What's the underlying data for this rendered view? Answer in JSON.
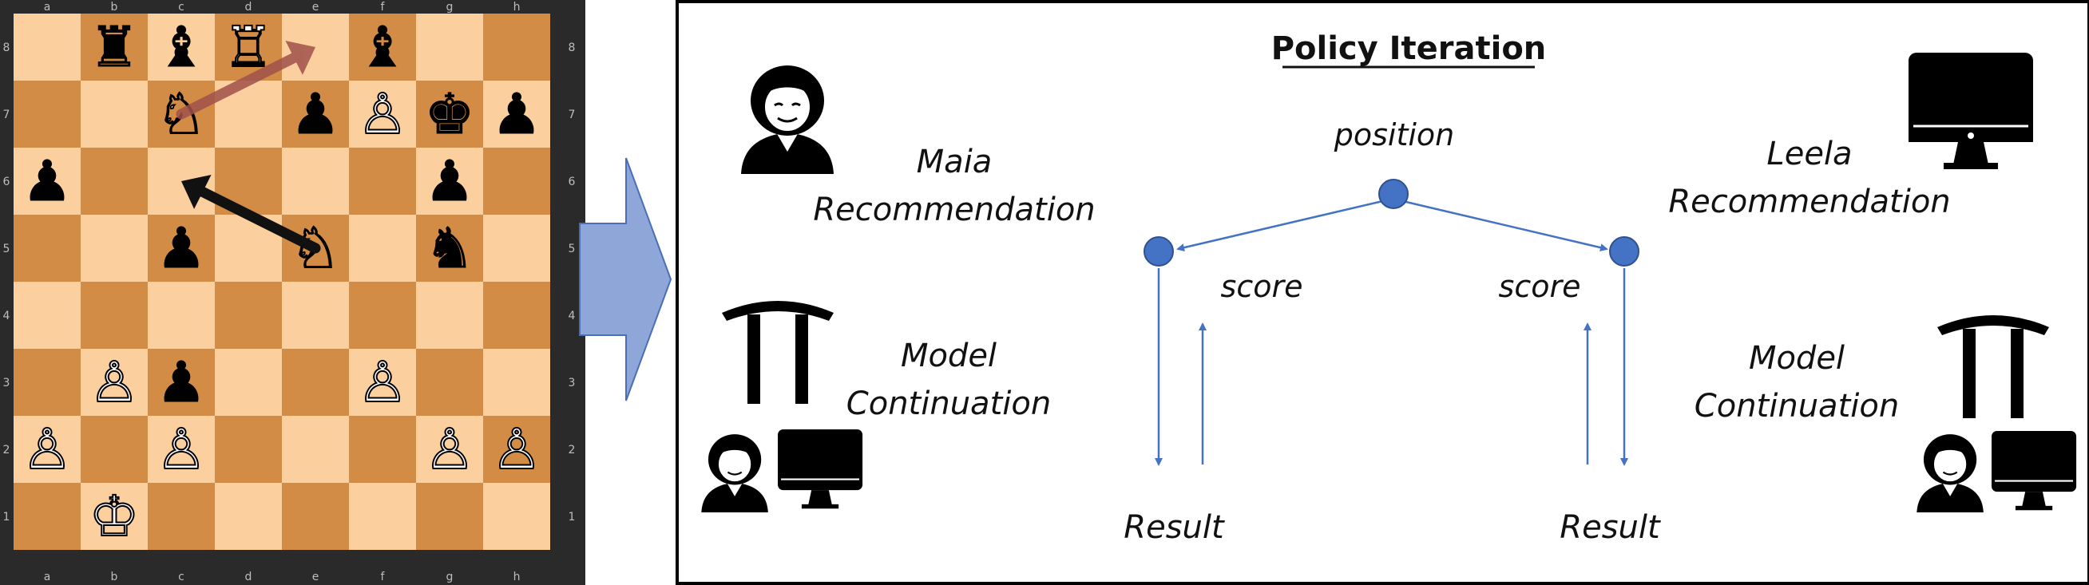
{
  "board": {
    "files": [
      "a",
      "b",
      "c",
      "d",
      "e",
      "f",
      "g",
      "h"
    ],
    "ranks": [
      "8",
      "7",
      "6",
      "5",
      "4",
      "3",
      "2",
      "1"
    ],
    "light_color": "#fccf9e",
    "dark_color": "#d28c45",
    "pieces": [
      {
        "sq": "b8",
        "glyph": "♜",
        "color": "black",
        "name": "black-rook"
      },
      {
        "sq": "c8",
        "glyph": "♝",
        "color": "black",
        "name": "black-bishop"
      },
      {
        "sq": "d8",
        "glyph": "♖",
        "color": "white",
        "name": "white-rook"
      },
      {
        "sq": "f8",
        "glyph": "♝",
        "color": "black",
        "name": "black-bishop"
      },
      {
        "sq": "c7",
        "glyph": "♘",
        "color": "white",
        "name": "white-knight"
      },
      {
        "sq": "e7",
        "glyph": "♟",
        "color": "black",
        "name": "black-pawn"
      },
      {
        "sq": "f7",
        "glyph": "♙",
        "color": "white",
        "name": "white-pawn"
      },
      {
        "sq": "g7",
        "glyph": "♚",
        "color": "black",
        "name": "black-king"
      },
      {
        "sq": "h7",
        "glyph": "♟",
        "color": "black",
        "name": "black-pawn"
      },
      {
        "sq": "a6",
        "glyph": "♟",
        "color": "black",
        "name": "black-pawn"
      },
      {
        "sq": "g6",
        "glyph": "♟",
        "color": "black",
        "name": "black-pawn"
      },
      {
        "sq": "c5",
        "glyph": "♟",
        "color": "black",
        "name": "black-pawn"
      },
      {
        "sq": "e5",
        "glyph": "♘",
        "color": "white",
        "name": "white-knight"
      },
      {
        "sq": "g5",
        "glyph": "♞",
        "color": "black",
        "name": "black-knight"
      },
      {
        "sq": "b3",
        "glyph": "♙",
        "color": "white",
        "name": "white-pawn"
      },
      {
        "sq": "c3",
        "glyph": "♟",
        "color": "black",
        "name": "black-pawn"
      },
      {
        "sq": "f3",
        "glyph": "♙",
        "color": "white",
        "name": "white-pawn"
      },
      {
        "sq": "a2",
        "glyph": "♙",
        "color": "white",
        "name": "white-pawn"
      },
      {
        "sq": "c2",
        "glyph": "♙",
        "color": "white",
        "name": "white-pawn"
      },
      {
        "sq": "g2",
        "glyph": "♙",
        "color": "white",
        "name": "white-pawn"
      },
      {
        "sq": "h2",
        "glyph": "♙",
        "color": "white",
        "name": "white-pawn"
      },
      {
        "sq": "b1",
        "glyph": "♔",
        "color": "white",
        "name": "white-king"
      }
    ],
    "move_arrows": [
      {
        "from": "c7",
        "to": "e8",
        "color": "#a0524a",
        "name": "red-move-arrow"
      },
      {
        "from": "e5",
        "to": "c6",
        "color": "#111111",
        "name": "black-move-arrow"
      }
    ]
  },
  "diagram": {
    "title": "Policy Iteration",
    "root_label": "position",
    "left_score": "score",
    "right_score": "score",
    "left_result": "Result",
    "right_result": "Result",
    "maia_line1": "Maia",
    "maia_line2": "Recommendation",
    "leela_line1": "Leela",
    "leela_line2": "Recommendation",
    "left_model_line1": "Model",
    "left_model_line2": "Continuation",
    "right_model_line1": "Model",
    "right_model_line2": "Continuation",
    "node_color": "#4472c4",
    "edge_color": "#4472c4"
  }
}
